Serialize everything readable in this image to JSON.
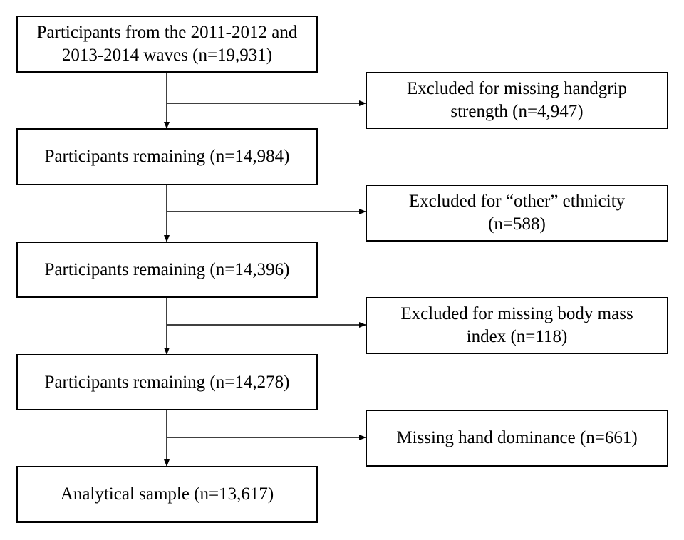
{
  "flow": {
    "main": [
      {
        "line1": "Participants from the 2011-2012 and",
        "line2": "2013-2014 waves (n=19,931)"
      },
      {
        "line1": "Participants remaining (n=14,984)"
      },
      {
        "line1": "Participants remaining (n=14,396)"
      },
      {
        "line1": "Participants remaining (n=14,278)"
      },
      {
        "line1": "Analytical sample (n=13,617)"
      }
    ],
    "excluded": [
      {
        "line1": "Excluded for missing handgrip",
        "line2": "strength (n=4,947)"
      },
      {
        "line1": "Excluded for “other” ethnicity",
        "line2": "(n=588)"
      },
      {
        "line1": "Excluded for missing body mass",
        "line2": "index (n=118)"
      },
      {
        "line1": "Missing hand dominance (n=661)"
      }
    ]
  },
  "colors": {
    "line": "#000000",
    "box_fill": "#ffffff",
    "text": "#000000"
  }
}
